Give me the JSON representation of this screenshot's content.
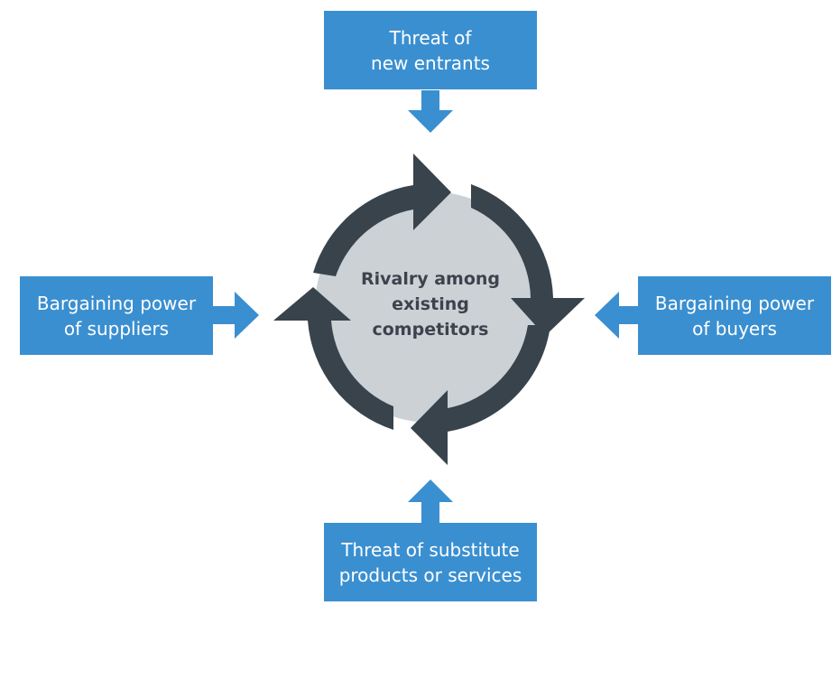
{
  "center": {
    "lines": [
      "Rivalry among",
      "existing",
      "competitors"
    ]
  },
  "forces": {
    "top": {
      "lines": [
        "Threat of",
        "new entrants"
      ]
    },
    "left": {
      "lines": [
        "Bargaining power",
        "of suppliers"
      ]
    },
    "right": {
      "lines": [
        "Bargaining power",
        "of buyers"
      ]
    },
    "bottom": {
      "lines": [
        "Threat of substitute",
        "products or services"
      ]
    }
  },
  "colors": {
    "box": "#3a8fd0",
    "cycle_arrow": "#38434c",
    "center_circle": "#ccd1d6",
    "center_text": "#3b434c"
  }
}
